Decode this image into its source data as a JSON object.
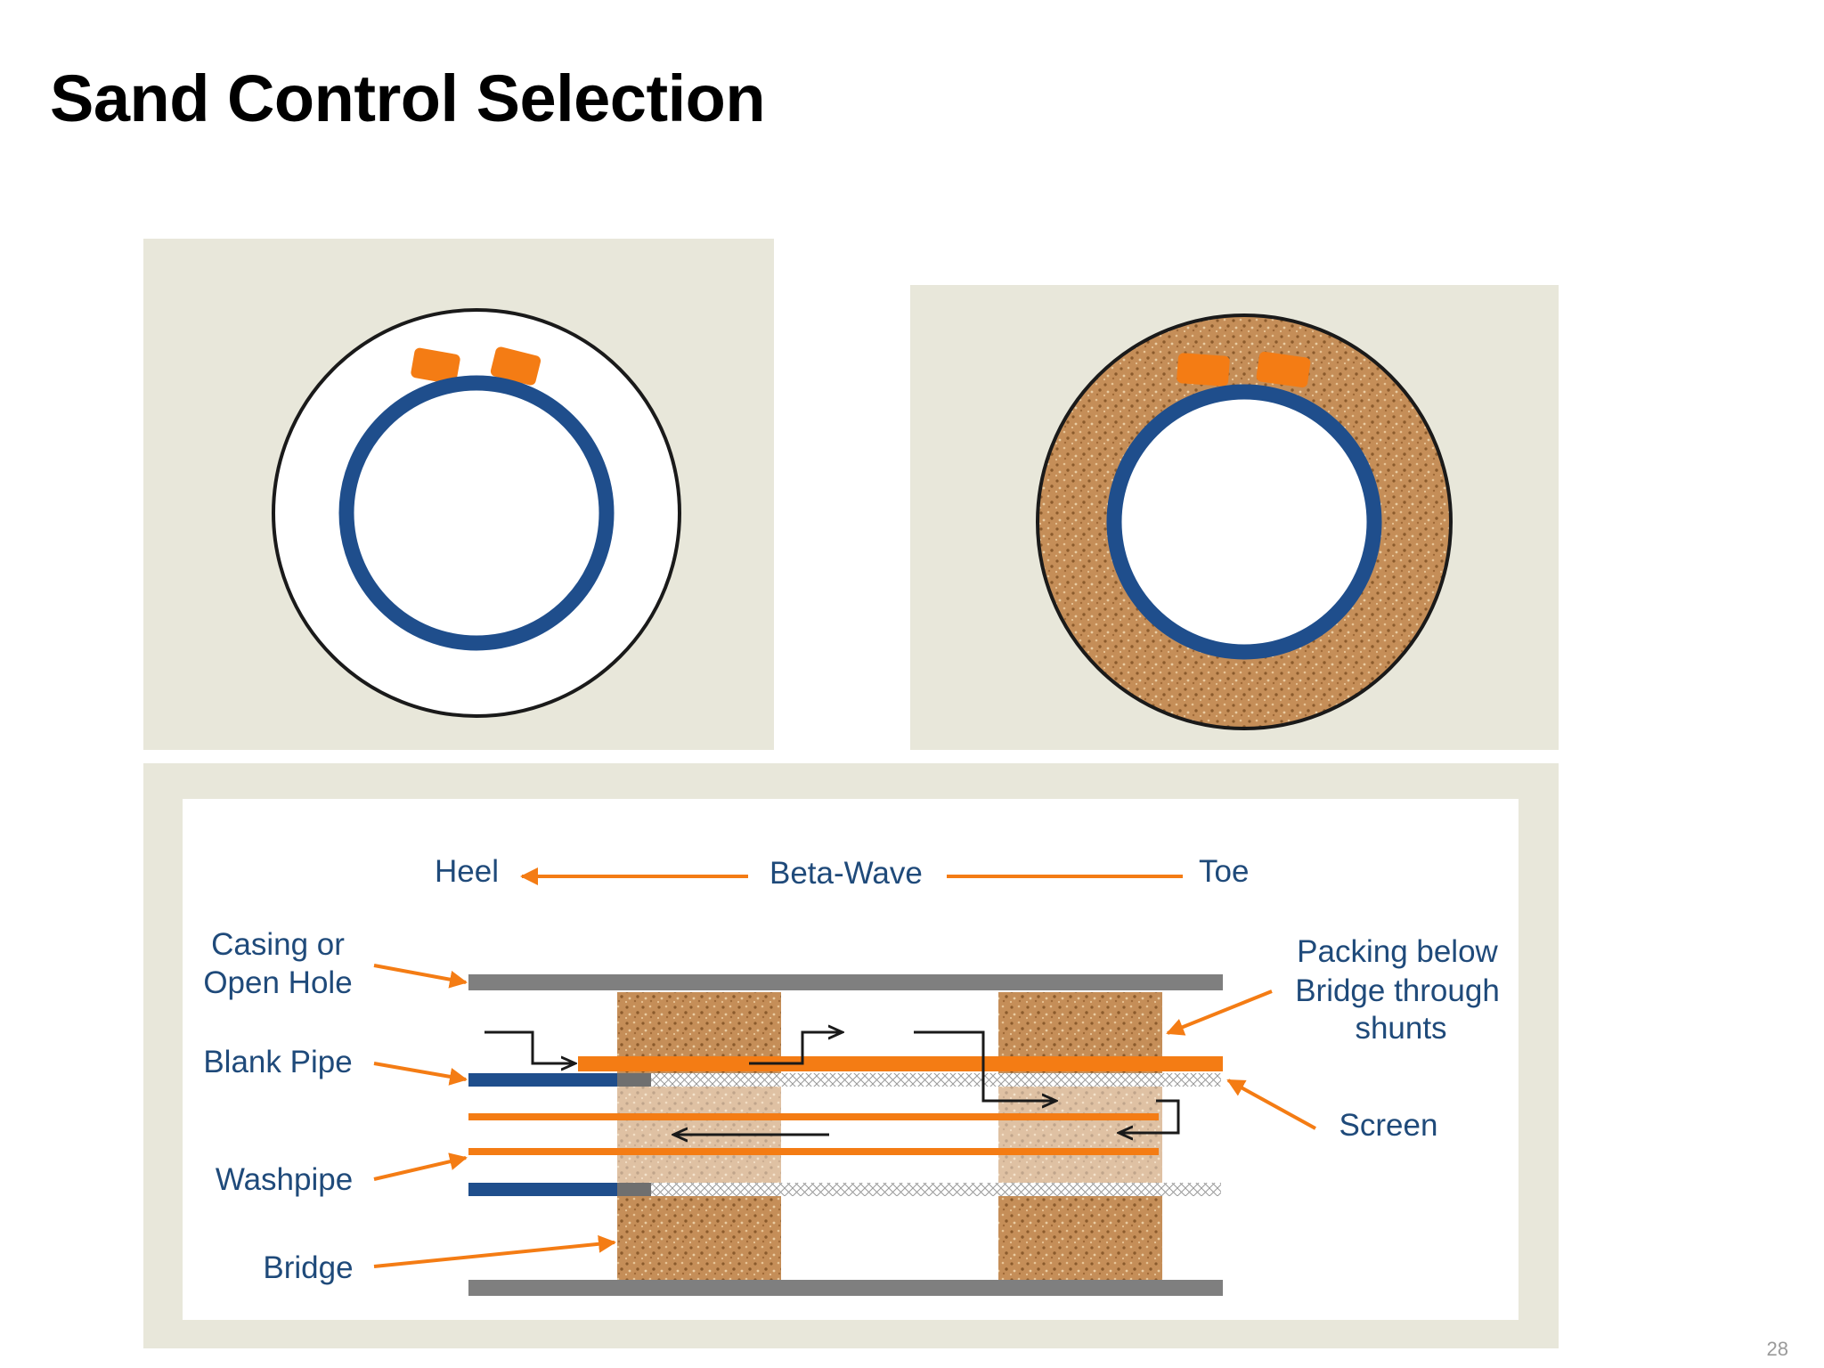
{
  "slide": {
    "title": "Sand Control Selection",
    "page_number": "28"
  },
  "cross_sections": {
    "open_annulus": {
      "fill": "empty"
    },
    "packed_annulus": {
      "fill": "gravel"
    }
  },
  "longitudinal": {
    "heel": "Heel",
    "beta_wave": "Beta-Wave",
    "toe": "Toe",
    "casing_line1": "Casing or",
    "casing_line2": "Open Hole",
    "blank_pipe": "Blank Pipe",
    "washpipe": "Washpipe",
    "bridge": "Bridge",
    "packing_line1": "Packing below",
    "packing_line2": "Bridge through",
    "packing_line3": "shunts",
    "screen": "Screen"
  },
  "colors": {
    "panel_background": "#e8e7da",
    "pipe_blue": "#1f4e8c",
    "shunt_orange": "#f47c14",
    "casing_grey": "#7f7f7f",
    "gravel_brown": "#c58e58",
    "label_blue": "#1f4a7a"
  }
}
